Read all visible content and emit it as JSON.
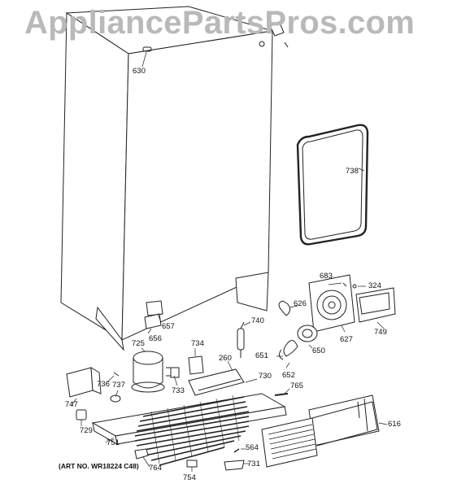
{
  "watermark": "AppliancePartsPros.com",
  "art_number": "(ART NO. WR18224 C48)",
  "part_labels": {
    "p630": "630",
    "p738": "738",
    "p683": "683",
    "p324": "324",
    "p626": "626",
    "p740": "740",
    "p749": "749",
    "p627": "627",
    "p657": "657",
    "p656": "656",
    "p725": "725",
    "p734": "734",
    "p650": "650",
    "p651": "651",
    "p652": "652",
    "p260": "260",
    "p730": "730",
    "p765": "765",
    "p733": "733",
    "p736": "736",
    "p737": "737",
    "p747": "747",
    "p729": "729",
    "p616": "616",
    "p751": "751",
    "p564": "564",
    "p764": "764",
    "p754": "754",
    "p731": "731"
  }
}
